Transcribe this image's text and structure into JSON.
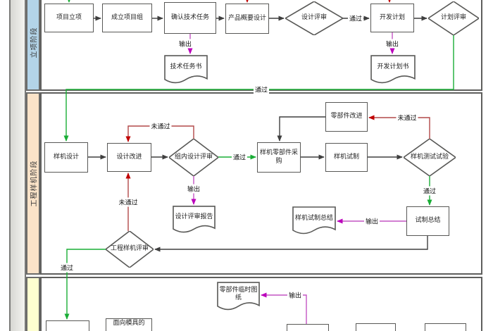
{
  "lanes": [
    {
      "label": "立项阶段"
    },
    {
      "label": "工程样机阶段"
    },
    {
      "label": ""
    }
  ],
  "nodes": {
    "project_initiation": "项目立项",
    "form_project_team": "成立项目组",
    "confirm_tech_task": "确认技术任务",
    "product_concept_design": "产品概要设计",
    "design_review": "设计评审",
    "dev_plan": "开发计划",
    "plan_review": "计划评审",
    "tech_task_doc": "技术任务书",
    "dev_plan_doc": "开发计划书",
    "prototype_design": "样机设计",
    "design_improve": "设计改进",
    "team_design_review": "组内设计评审",
    "parts_purchase": "样机零部件采购",
    "prototype_trial": "样机试制",
    "prototype_test": "样机测试试验",
    "parts_improve": "零部件改进",
    "trial_summary": "试制总结",
    "design_review_report": "设计评审报告",
    "prototype_trial_summary": "样机试制总结",
    "eng_prototype_review": "工程样机评审",
    "parts_temp_drawing": "零部件临时图纸",
    "bottom_partial_box": "面向模具的"
  },
  "edge_labels": {
    "pass": "通过",
    "fail": "未通过",
    "output": "输出"
  },
  "colors": {
    "pass_green": "#19ad35",
    "fail_red": "#c00000",
    "output_magenta": "#bb00bb",
    "line_black": "#3f3f3f",
    "lane1_strip": "#b3d4e8",
    "lane2_strip": "#fbe3c8",
    "lane3_strip": "#feffd0"
  }
}
